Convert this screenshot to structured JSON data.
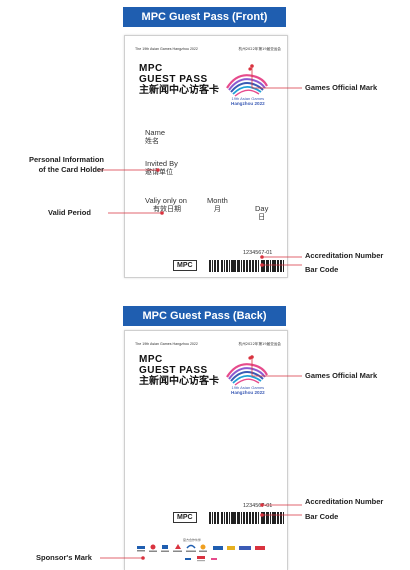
{
  "front": {
    "banner": "MPC Guest Pass (Front)",
    "header_left": "The 19th Asian Games Hangzhou 2022",
    "header_right": "杭州2022年第19届亚运会",
    "title_line1": "MPC",
    "title_line2": "GUEST PASS",
    "title_line3": "主新闻中心访客卡",
    "logo_caption_1": "19th Asian Games",
    "logo_caption_2": "Hangzhou 2022",
    "name_en": "Name",
    "name_zh": "姓名",
    "invited_en": "Invited By",
    "invited_zh": "邀请单位",
    "valid_en": "Valiy only on",
    "valid_zh": "有效日期",
    "month_en": "Month",
    "month_zh": "月",
    "day_en": "Day",
    "day_zh": "日",
    "accreditation_number": "1234567-01",
    "mpc_label": "MPC"
  },
  "back": {
    "banner": "MPC Guest Pass (Back)",
    "header_left": "The 19th Asian Games Hangzhou 2022",
    "header_right": "杭州2022年第19届亚运会",
    "title_line1": "MPC",
    "title_line2": "GUEST PASS",
    "title_line3": "主新闻中心访客卡",
    "logo_caption_1": "19th Asian Games",
    "logo_caption_2": "Hangzhou 2022",
    "accreditation_number": "1234567-01",
    "mpc_label": "MPC",
    "sponsor_caption": "官方合作伙伴"
  },
  "callouts": {
    "games_mark_front": "Games Official Mark",
    "personal_info_1": "Personal Information",
    "personal_info_2": "of the Card Holder",
    "valid_period": "Valid Period",
    "acc_number_front": "Accreditation Number",
    "bar_code_front": "Bar Code",
    "games_mark_back": "Games Official Mark",
    "acc_number_back": "Accreditation Number",
    "bar_code_back": "Bar Code",
    "sponsor_mark": "Sponsor's Mark"
  },
  "colors": {
    "banner": "#1f5eb0",
    "callout_line": "#d9333f",
    "logo_pink": "#e64b8c",
    "logo_blue": "#3b5bb5",
    "logo_purple": "#8b5bd1"
  }
}
